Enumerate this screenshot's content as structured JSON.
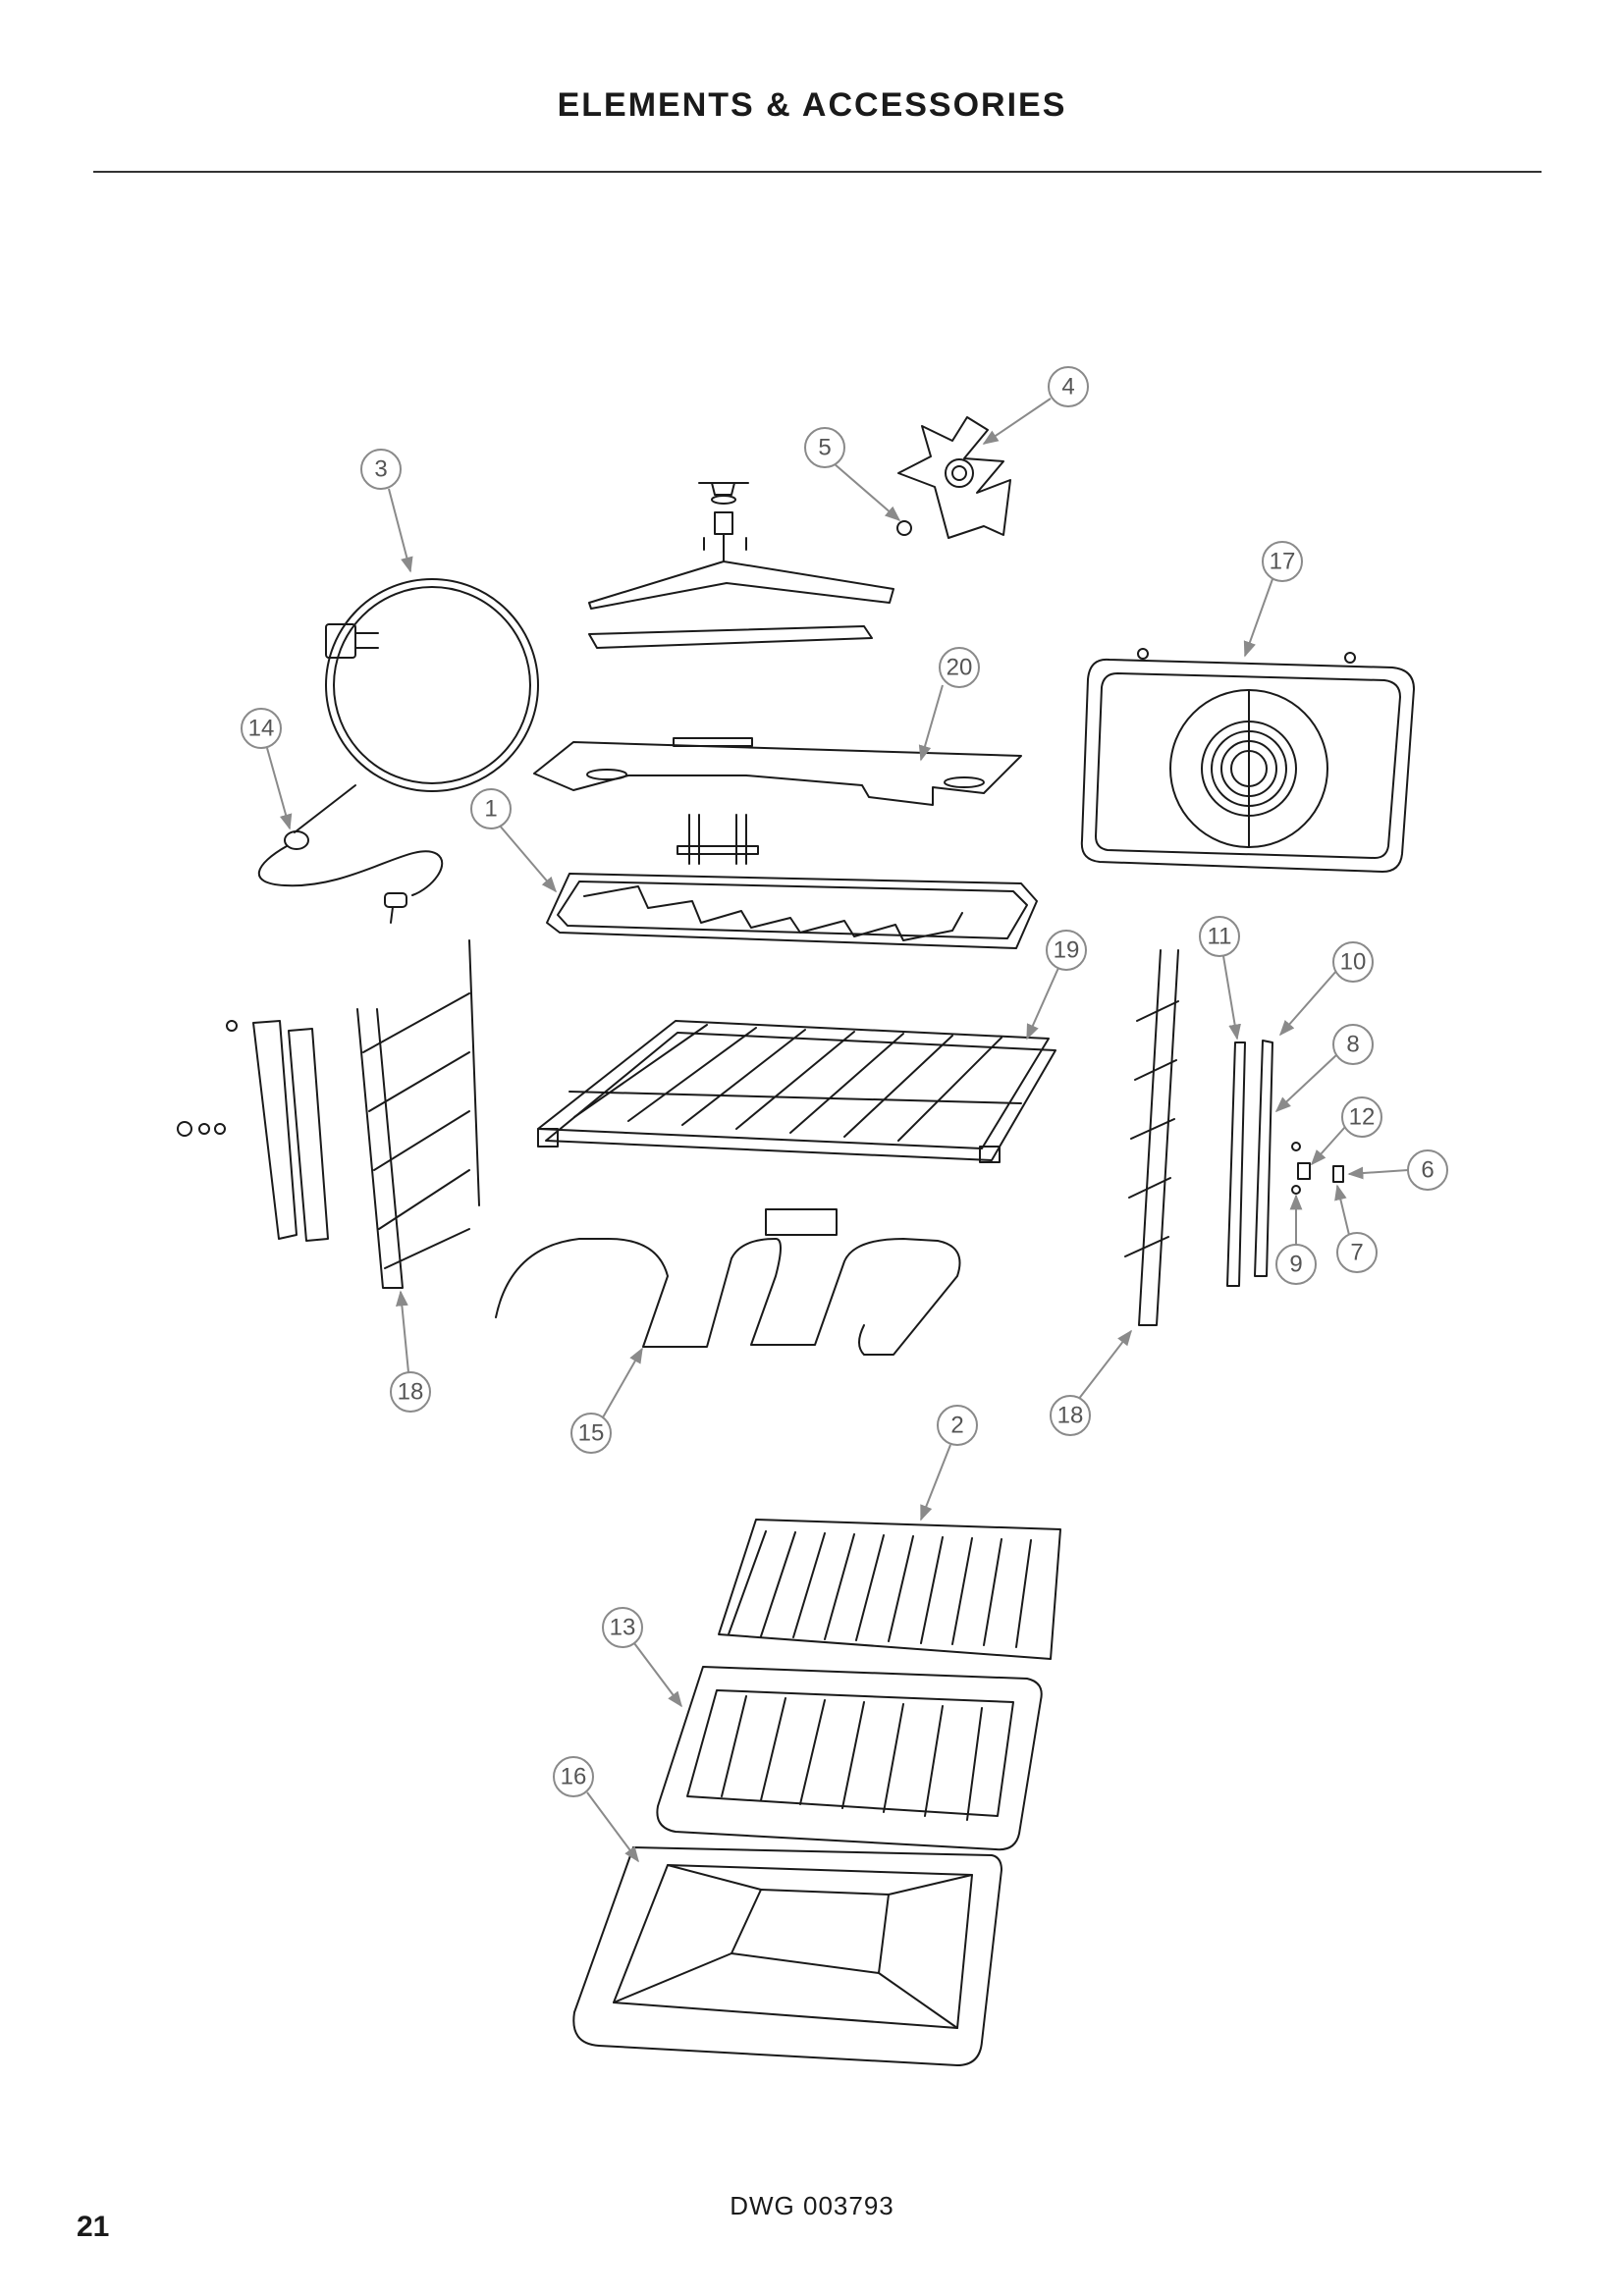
{
  "header": {
    "title": "ELEMENTS & ACCESSORIES"
  },
  "footer": {
    "drawing_number": "DWG 003793",
    "page_number": "21"
  },
  "callouts": [
    "1",
    "2",
    "3",
    "4",
    "5",
    "6",
    "7",
    "8",
    "9",
    "10",
    "11",
    "12",
    "13",
    "14",
    "15",
    "16",
    "17",
    "18",
    "19",
    "20"
  ],
  "colors": {
    "line": "#1a1a1a",
    "callout": "#8a8a8a"
  }
}
